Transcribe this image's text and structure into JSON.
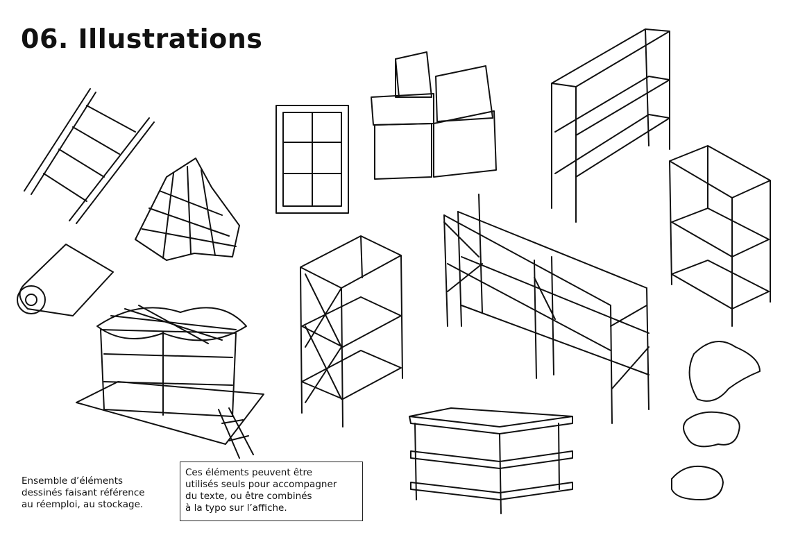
{
  "title": "06. Illustrations",
  "caption": {
    "lines": [
      "Ensemble d’éléments",
      "dessinés faisant référence",
      "au réemploi, au stockage."
    ]
  },
  "note": {
    "lines": [
      "Ces éléments peuvent être",
      "utilisés seuls pour accompagner",
      "du texte, ou être combinés",
      "à la typo sur l’affiche."
    ]
  }
}
